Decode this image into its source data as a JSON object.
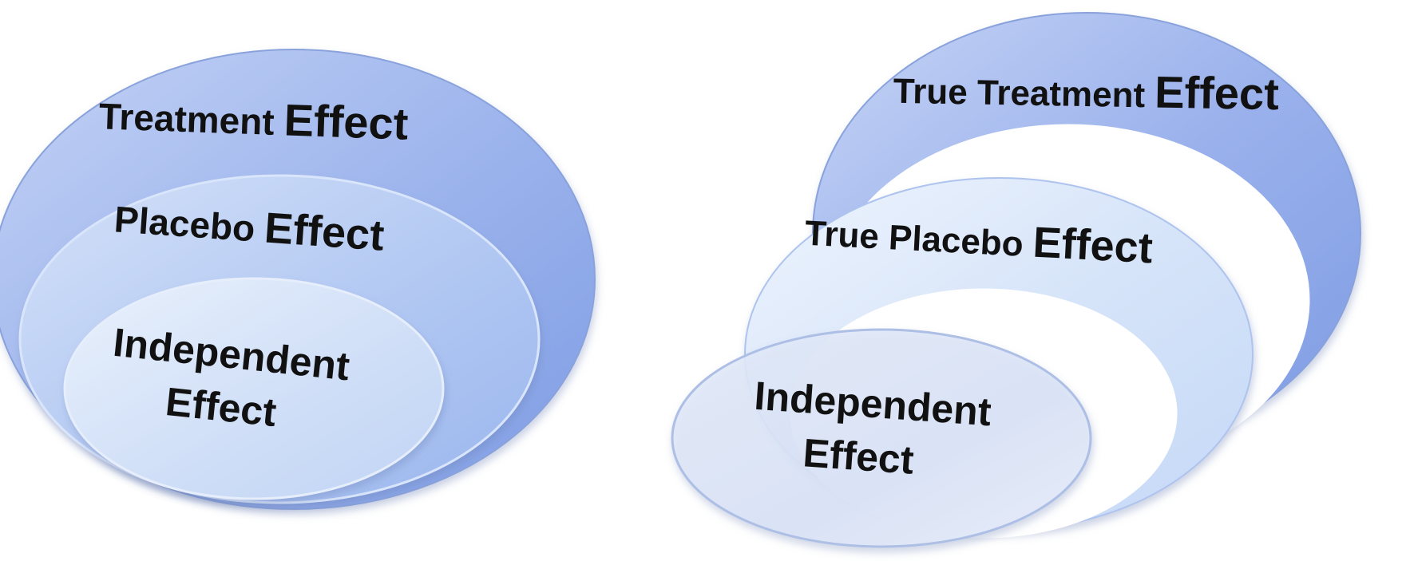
{
  "left_diagram": {
    "outer": {
      "label_small": "Treatment",
      "label_big": "Effect"
    },
    "middle": {
      "label_small": "Placebo",
      "label_big": "Effect"
    },
    "inner": {
      "line1": "Independent",
      "line2": "Effect"
    }
  },
  "right_diagram": {
    "outer": {
      "label_small": "True Treatment",
      "label_big": "Effect"
    },
    "middle": {
      "label_small": "True Placebo",
      "label_big": "Effect"
    },
    "inner": {
      "line1": "Independent",
      "line2": "Effect"
    }
  },
  "colors": {
    "outer_fill": "#9fb6ee",
    "middle_fill": "#b4caf3",
    "inner_fill": "#d3e2f8",
    "edge": "#7f98d6",
    "text": "#111111"
  }
}
